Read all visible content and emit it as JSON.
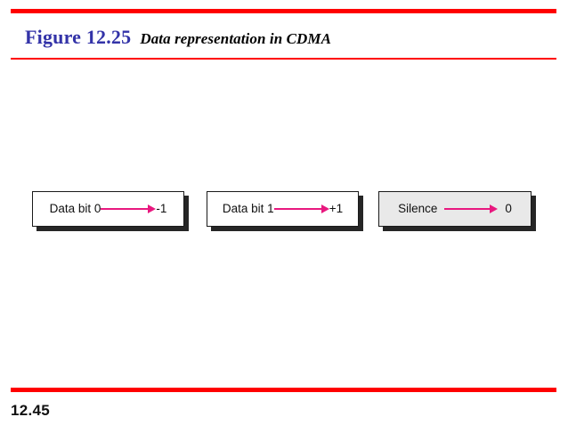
{
  "header": {
    "figure_number": "Figure 12.25",
    "caption": "Data representation in CDMA",
    "number_color": "#3333a8",
    "caption_color": "#000000"
  },
  "rules": {
    "top_color": "#ff0000",
    "title_color": "#ff0000",
    "bottom_color": "#ff0000"
  },
  "diagram": {
    "arrow_color": "#e8187f",
    "boxes": [
      {
        "name": "data-bit-0",
        "label": "Data bit 0",
        "arrow": "right-arrow-icon",
        "value": "-1",
        "fill": "#ffffff"
      },
      {
        "name": "data-bit-1",
        "label": "Data bit 1",
        "arrow": "right-arrow-icon",
        "value": "+1",
        "fill": "#ffffff"
      },
      {
        "name": "silence",
        "label": "Silence",
        "arrow": "right-arrow-icon",
        "value": "0",
        "fill": "#e9e9e9"
      }
    ]
  },
  "footer": {
    "page_number": "12.45"
  }
}
